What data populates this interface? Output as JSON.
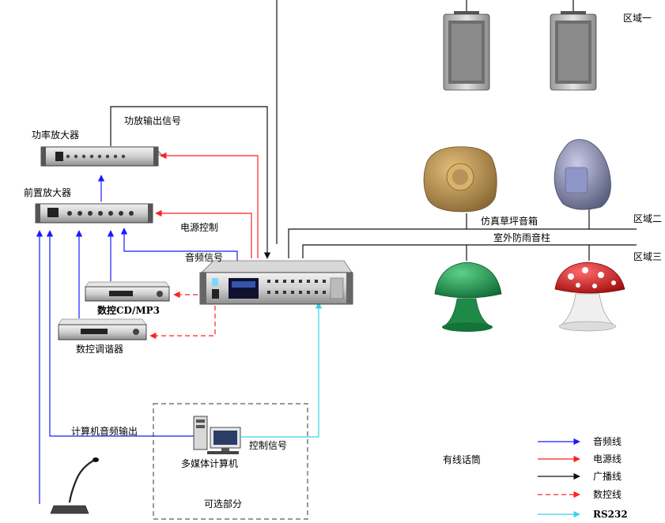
{
  "devices": {
    "power_amp": "功率放大器",
    "pre_amp": "前置放大器",
    "cd_player": "数控CD/MP3",
    "tuner": "数控调谐器",
    "computer": "多媒体计算机",
    "wired_mic": "有线话筒",
    "optional": "可选部分"
  },
  "signals": {
    "amp_output": "功放输出信号",
    "power_control": "电源控制",
    "audio_signal": "音频信号",
    "computer_audio_out": "计算机音频输出",
    "control_signal": "控制信号"
  },
  "zones": {
    "zone1": "区域一",
    "zone2": "区域二",
    "zone3": "区域三",
    "lawn_speaker": "仿真草坪音箱",
    "column_speaker": "室外防雨音柱"
  },
  "legend": [
    {
      "label": "音频线",
      "color": "#1a1aff",
      "style": "solid"
    },
    {
      "label": "电源线",
      "color": "#ff2020",
      "style": "solid"
    },
    {
      "label": "广播线",
      "color": "#111111",
      "style": "solid"
    },
    {
      "label": "数控线",
      "color": "#ff2020",
      "style": "dashed"
    },
    {
      "label": "RS232",
      "color": "#33d6e6",
      "style": "solid"
    }
  ]
}
